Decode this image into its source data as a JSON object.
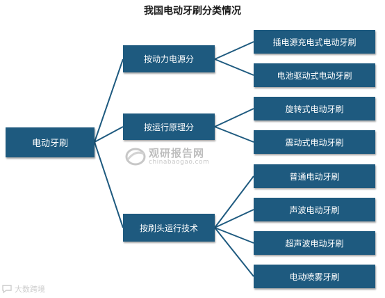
{
  "title": "我国电动牙刷分类情况",
  "colors": {
    "node_fill": "#1e5a7f",
    "node_text": "#ffffff",
    "edge": "#1e5a7f"
  },
  "root": {
    "label": "电动牙刷"
  },
  "categories": [
    {
      "label": "按动力电源分",
      "items": [
        "插电源充电式电动牙刷",
        "电池驱动式电动牙刷"
      ]
    },
    {
      "label": "按运行原理分",
      "items": [
        "旋转式电动牙刷",
        "震动式电动牙刷"
      ]
    },
    {
      "label": "按刷头运行技术",
      "items": [
        "普通电动牙刷",
        "声波电动牙刷",
        "超声波电动牙刷",
        "电动喷雾牙刷"
      ]
    }
  ],
  "watermark": {
    "name": "观研报告网",
    "url": "chinabaogao.com"
  },
  "source_mark": {
    "icon": "chat-bubble-icon",
    "text": "大数跨境"
  }
}
